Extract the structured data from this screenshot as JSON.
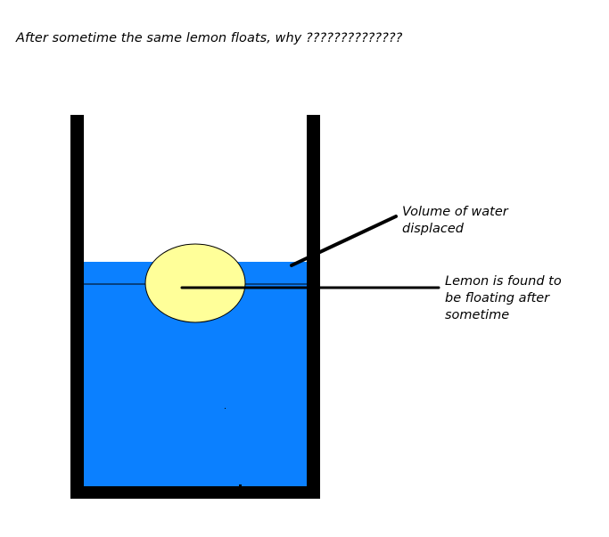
{
  "title": "After sometime the same lemon floats, why ??????????????",
  "labels": {
    "volume_displaced": {
      "line1": "Volume of water",
      "line2": "displaced"
    },
    "lemon_floating": {
      "line1": "Lemon is found to",
      "line2": "be floating after",
      "line3": "sometime"
    }
  },
  "colors": {
    "water": "#0b80ff",
    "lemon": "#ffff99",
    "container": "#000000",
    "background": "#ffffff"
  }
}
